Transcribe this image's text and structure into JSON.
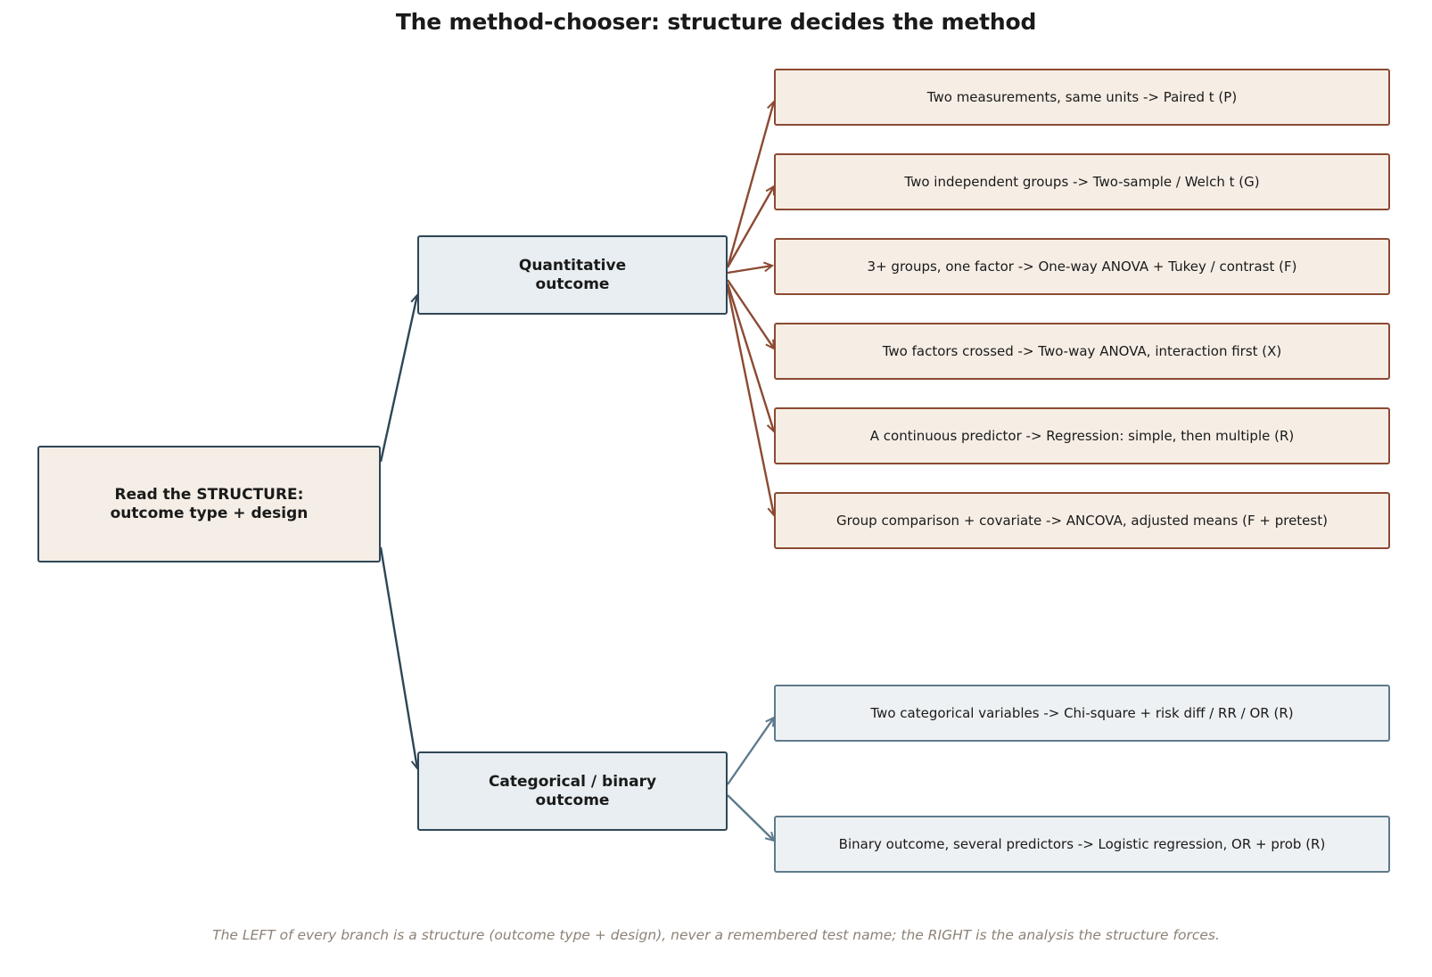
{
  "title": "The method-chooser: structure decides the method",
  "root": {
    "line1": "Read the STRUCTURE:",
    "line2": "outcome type + design"
  },
  "quantitative": {
    "line1": "Quantitative",
    "line2": "outcome"
  },
  "categorical": {
    "line1": "Categorical / binary",
    "line2": "outcome"
  },
  "quantitative_leaves": [
    "Two measurements, same units  ->  Paired t   (P)",
    "Two independent groups  ->  Two-sample / Welch t   (G)",
    "3+ groups, one factor  ->  One-way ANOVA + Tukey / contrast   (F)",
    "Two factors crossed  ->  Two-way ANOVA, interaction first   (X)",
    "A continuous predictor  ->  Regression: simple, then multiple   (R)",
    "Group comparison + covariate  ->  ANCOVA, adjusted means   (F + pretest)"
  ],
  "categorical_leaves": [
    "Two categorical variables  ->  Chi-square + risk diff / RR / OR   (R)",
    "Binary outcome, several predictors  ->  Logistic regression, OR + prob   (R)"
  ],
  "footnote": "The LEFT of every branch is a structure (outcome type + design), never a remembered test name; the RIGHT is the analysis the structure forces.",
  "colors": {
    "dark_edge": "#2e4656",
    "quant_edge": "#8c4a32",
    "cat_edge": "#5e7a8c"
  }
}
